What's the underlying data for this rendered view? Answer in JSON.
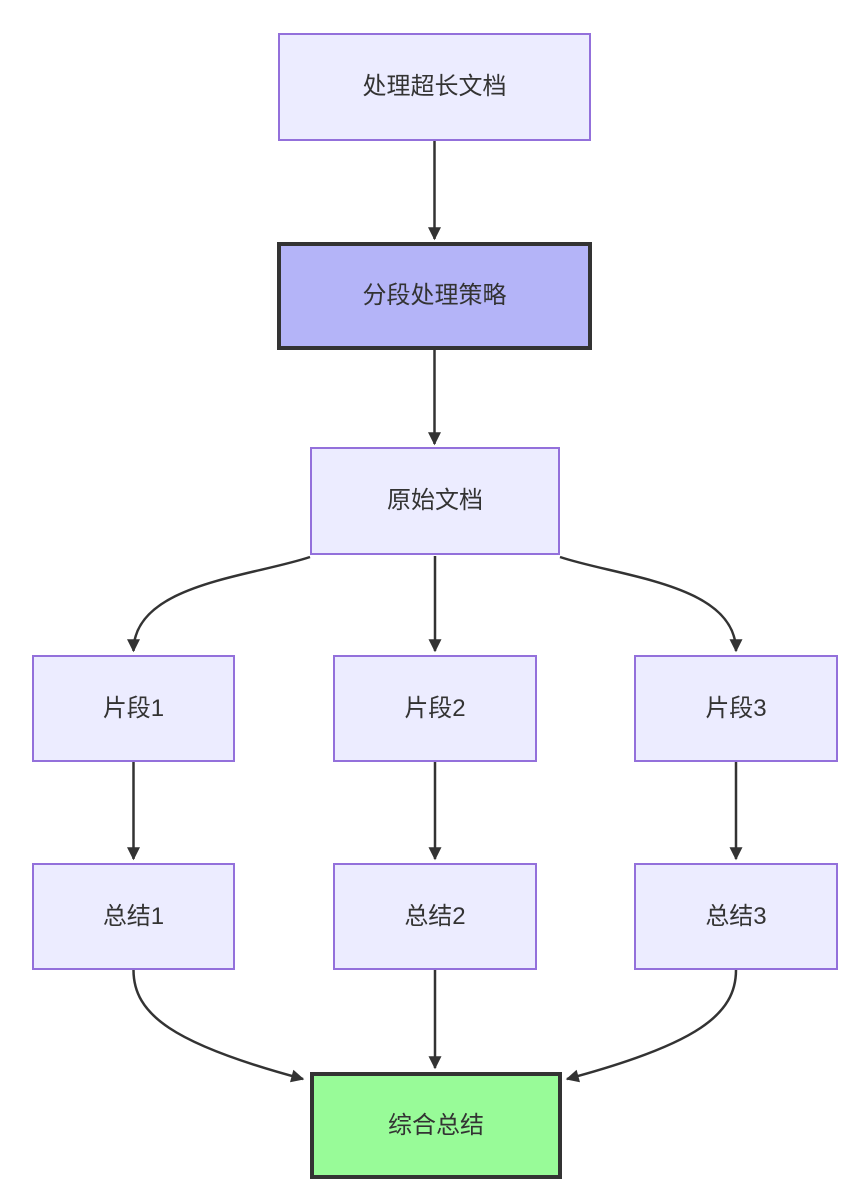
{
  "diagram": {
    "type": "flowchart",
    "direction": "top-down",
    "nodes": [
      {
        "id": "A",
        "label": "处理超长文档",
        "style": "default"
      },
      {
        "id": "B",
        "label": "分段处理策略",
        "style": "strategy"
      },
      {
        "id": "C",
        "label": "原始文档",
        "style": "default"
      },
      {
        "id": "D1",
        "label": "片段1",
        "style": "default"
      },
      {
        "id": "D2",
        "label": "片段2",
        "style": "default"
      },
      {
        "id": "D3",
        "label": "片段3",
        "style": "default"
      },
      {
        "id": "E1",
        "label": "总结1",
        "style": "default"
      },
      {
        "id": "E2",
        "label": "总结2",
        "style": "default"
      },
      {
        "id": "E3",
        "label": "总结3",
        "style": "default"
      },
      {
        "id": "F",
        "label": "综合总结",
        "style": "result"
      }
    ],
    "edges": [
      {
        "from": "A",
        "to": "B"
      },
      {
        "from": "B",
        "to": "C"
      },
      {
        "from": "C",
        "to": "D1"
      },
      {
        "from": "C",
        "to": "D2"
      },
      {
        "from": "C",
        "to": "D3"
      },
      {
        "from": "D1",
        "to": "E1"
      },
      {
        "from": "D2",
        "to": "E2"
      },
      {
        "from": "D3",
        "to": "E3"
      },
      {
        "from": "E1",
        "to": "F"
      },
      {
        "from": "E2",
        "to": "F"
      },
      {
        "from": "E3",
        "to": "F"
      }
    ],
    "colors": {
      "background": "#ffffff",
      "node_fill": "#ECECFF",
      "node_border": "#9370DB",
      "strategy_fill": "#B4B4F8",
      "strategy_border": "#333333",
      "result_fill": "#98FB98",
      "result_border": "#333333",
      "edge": "#333333",
      "text": "#333333"
    }
  }
}
